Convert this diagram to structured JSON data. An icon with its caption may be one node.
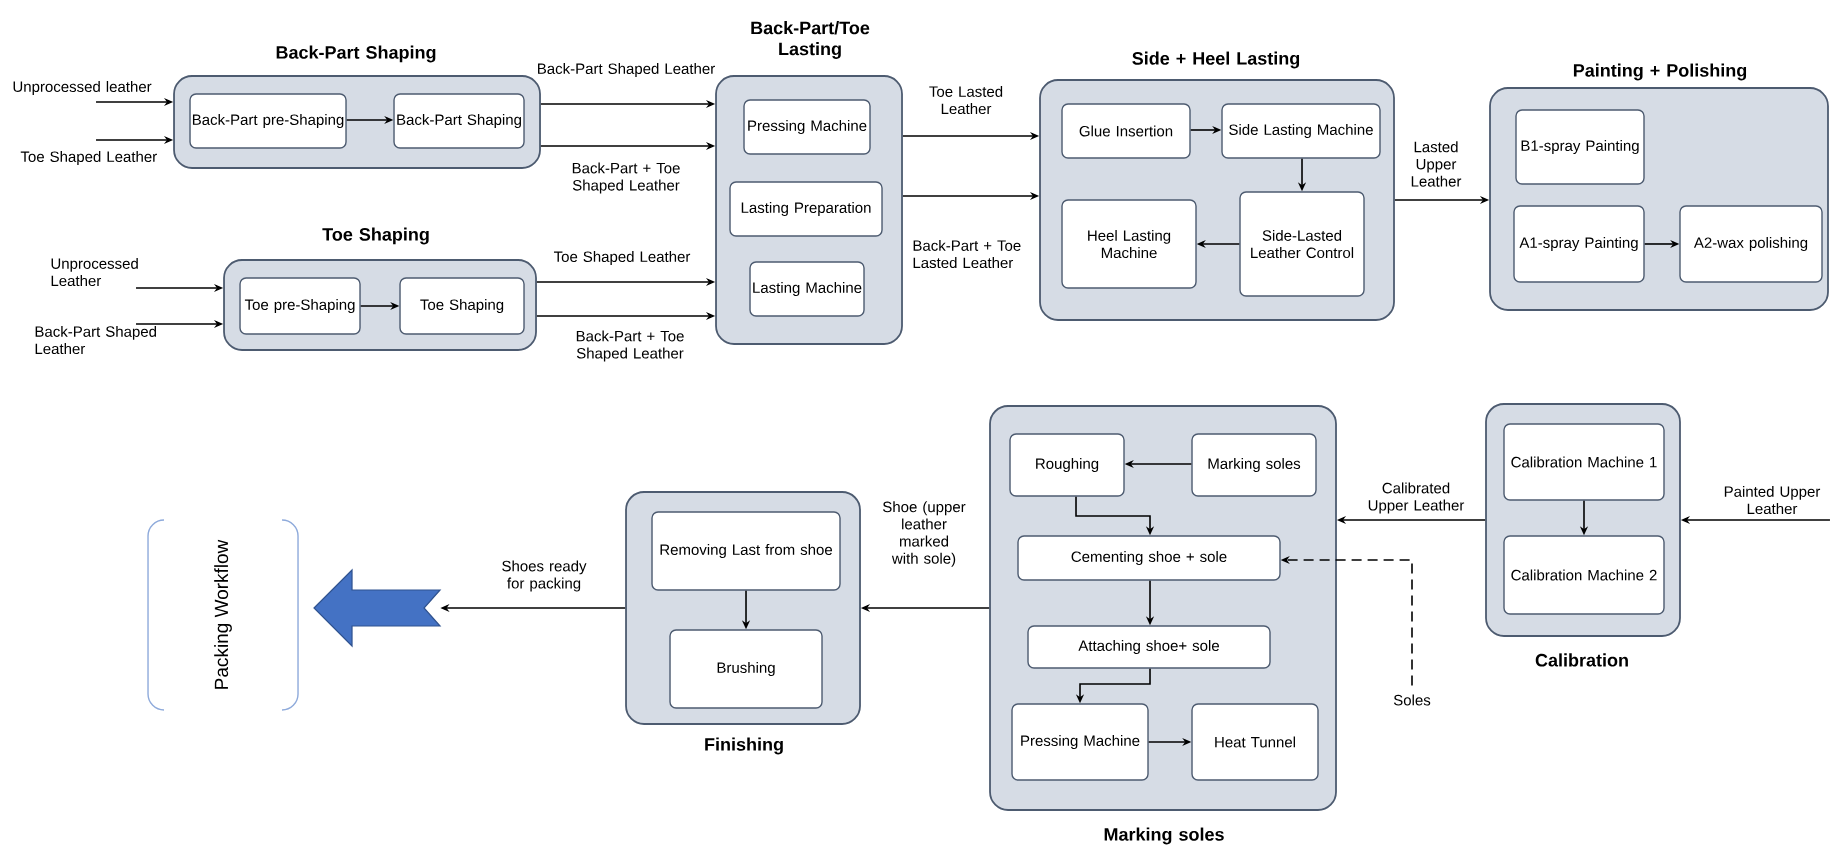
{
  "diagram": {
    "nodes": [
      {
        "text": [
          "Back-Part Shaping"
        ]
      },
      {
        "text": [
          "Back-Part pre-Shaping"
        ],
        "in": 0
      },
      {
        "text": [
          "Back-Part Shaping"
        ],
        "in": 0
      },
      {
        "text": [
          "Toe Shaping"
        ]
      },
      {
        "text": [
          "Toe pre-Shaping"
        ],
        "in": 3
      },
      {
        "text": [
          "Toe Shaping"
        ],
        "in": 3
      },
      {
        "text": [
          "Back-Part/Toe Lasting"
        ]
      },
      {
        "text": [
          "Pressing Machine"
        ],
        "in": 6
      },
      {
        "text": [
          "Lasting Preparation"
        ],
        "in": 6
      },
      {
        "text": [
          "Lasting Machine"
        ],
        "in": 6
      },
      {
        "text": [
          "Side + Heel Lasting"
        ]
      },
      {
        "text": [
          "Glue Insertion"
        ],
        "in": 10
      },
      {
        "text": [
          "Side Lasting Machine"
        ],
        "in": 10
      },
      {
        "text": [
          "Heel Lasting Machine"
        ],
        "in": 10
      },
      {
        "text": [
          "Side-Lasted Leather Control"
        ],
        "in": 10
      },
      {
        "text": [
          "Painting + Polishing"
        ]
      },
      {
        "text": [
          "B1-spray Painting"
        ],
        "in": 15
      },
      {
        "text": [
          "A1-spray Painting"
        ],
        "in": 15
      },
      {
        "text": [
          "A2-wax polishing"
        ],
        "in": 15
      },
      {
        "text": [
          "Calibration"
        ]
      },
      {
        "text": [
          "Calibration Machine 1"
        ],
        "in": 19
      },
      {
        "text": [
          "Calibration Machine 2"
        ],
        "in": 19
      },
      {
        "text": [
          "Marking soles"
        ]
      },
      {
        "text": [
          "Roughing"
        ],
        "in": 22
      },
      {
        "text": [
          "Marking soles"
        ],
        "in": 22
      },
      {
        "text": [
          "Cementing shoe + sole"
        ],
        "in": 22
      },
      {
        "text": [
          "Attaching shoe+ sole"
        ],
        "in": 22
      },
      {
        "text": [
          "Pressing Machine"
        ],
        "in": 22
      },
      {
        "text": [
          "Heat Tunnel"
        ],
        "in": 22
      },
      {
        "text": [
          "Finishing"
        ]
      },
      {
        "text": [
          "Removing Last from shoe"
        ],
        "in": 29
      },
      {
        "text": [
          "Brushing"
        ],
        "in": 29
      },
      {
        "text": [
          "Packing Workflow"
        ]
      },
      {
        "text": [],
        "shape": "arrow"
      },
      {
        "text": [
          "Soles"
        ]
      }
    ],
    "edges": [
      {
        "from": null,
        "to": 0,
        "arrow": "to",
        "label": "Unprocessed leather"
      },
      {
        "from": null,
        "to": 0,
        "arrow": "to",
        "label": "Toe Shaped Leather"
      },
      {
        "from": null,
        "to": 3,
        "arrow": "to",
        "label": "Unprocessed Leather"
      },
      {
        "from": null,
        "to": 3,
        "arrow": "to",
        "label": "Back-Part Shaped Leather"
      },
      {
        "from": 0,
        "to": 6,
        "arrow": "to",
        "label": "Back-Part Shaped Leather"
      },
      {
        "from": 0,
        "to": 6,
        "arrow": "to",
        "label": "Back-Part + Toe Shaped Leather"
      },
      {
        "from": 3,
        "to": 6,
        "arrow": "to",
        "label": "Toe Shaped Leather"
      },
      {
        "from": 3,
        "to": 6,
        "arrow": "to",
        "label": "Back-Part + Toe Shaped Leather"
      },
      {
        "from": 6,
        "to": 10,
        "arrow": "to",
        "label": "Toe Lasted Leather"
      },
      {
        "from": 6,
        "to": 10,
        "arrow": "to",
        "label": "Back-Part + Toe Lasted Leather"
      },
      {
        "from": 10,
        "to": 15,
        "arrow": "to",
        "label": "Lasted Upper Leather"
      },
      {
        "from": null,
        "to": 19,
        "arrow": "to",
        "label": "Painted Upper Leather"
      },
      {
        "from": 19,
        "to": 22,
        "arrow": "to",
        "label": "Calibrated Upper Leather"
      },
      {
        "from": 22,
        "to": 29,
        "arrow": "to",
        "label": "Shoe (upper leather marked with sole)"
      },
      {
        "from": 29,
        "to": 33,
        "arrow": "to",
        "label": "Shoes ready for packing"
      },
      {
        "from": 34,
        "to": 25,
        "arrow": "to",
        "style": "dashed"
      },
      {
        "from": 1,
        "to": 2,
        "arrow": "to"
      },
      {
        "from": 4,
        "to": 5,
        "arrow": "to"
      },
      {
        "from": 11,
        "to": 12,
        "arrow": "to"
      },
      {
        "from": 12,
        "to": 14,
        "arrow": "to"
      },
      {
        "from": 14,
        "to": 13,
        "arrow": "to"
      },
      {
        "from": 17,
        "to": 18,
        "arrow": "to"
      },
      {
        "from": 20,
        "to": 21,
        "arrow": "to"
      },
      {
        "from": 24,
        "to": 23,
        "arrow": "to"
      },
      {
        "from": 23,
        "to": 25,
        "arrow": "to"
      },
      {
        "from": 25,
        "to": 26,
        "arrow": "to"
      },
      {
        "from": 26,
        "to": 27,
        "arrow": "to"
      },
      {
        "from": 27,
        "to": 28,
        "arrow": "to"
      },
      {
        "from": 30,
        "to": 31,
        "arrow": "to"
      }
    ]
  }
}
